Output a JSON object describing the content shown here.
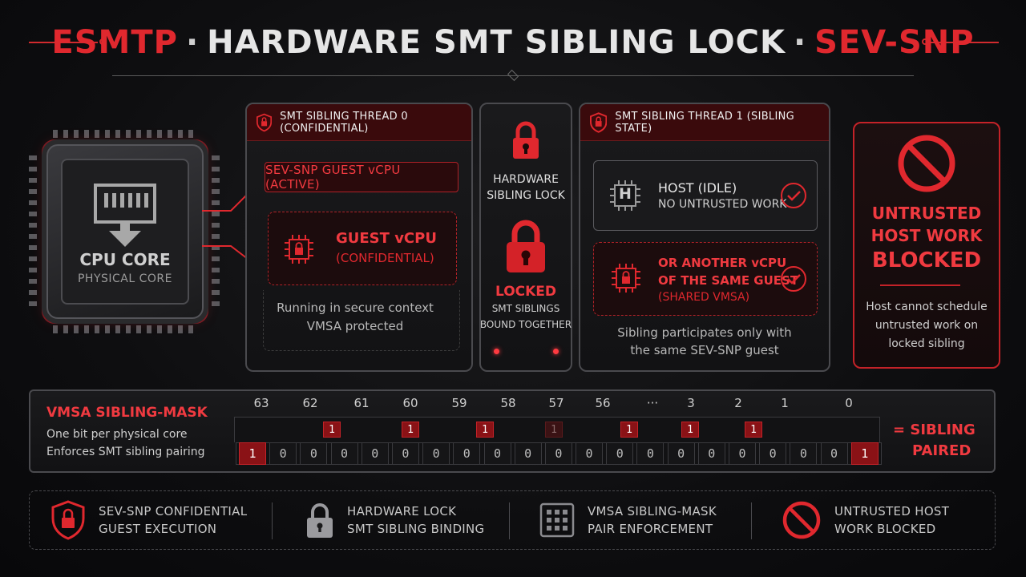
{
  "title": {
    "part1": "ESMTP",
    "sep1": "·",
    "part2": "HARDWARE SMT SIBLING LOCK",
    "sep2": "·",
    "part3": "SEV-SNP"
  },
  "cpu": {
    "label": "CPU CORE",
    "sublabel": "PHYSICAL CORE"
  },
  "thread0": {
    "header": "SMT SIBLING THREAD 0 (CONFIDENTIAL)",
    "active_label": "SEV-SNP GUEST vCPU (ACTIVE)",
    "guest_line1": "GUEST vCPU",
    "guest_line2": "(CONFIDENTIAL)",
    "desc_line1": "Running in secure context",
    "desc_line2": "VMSA protected"
  },
  "lock": {
    "top_line1": "HARDWARE",
    "top_line2": "SIBLING LOCK",
    "status": "LOCKED",
    "sub_line1": "SMT SIBLINGS",
    "sub_line2": "BOUND TOGETHER"
  },
  "thread1": {
    "header": "SMT SIBLING THREAD 1 (SIBLING STATE)",
    "host_chip": "H",
    "host_line1": "HOST (IDLE)",
    "host_line2": "NO UNTRUSTED WORK",
    "vcpu_line1": "OR ANOTHER vCPU",
    "vcpu_line2": "OF THE SAME GUEST",
    "vcpu_line3": "(SHARED VMSA)",
    "desc_line1": "Sibling participates only with",
    "desc_line2": "the same SEV-SNP guest"
  },
  "blocked": {
    "line1": "UNTRUSTED",
    "line2": "HOST WORK",
    "line3": "BLOCKED",
    "desc_line1": "Host cannot schedule",
    "desc_line2": "untrusted work on",
    "desc_line3": "locked sibling"
  },
  "mask": {
    "title": "VMSA SIBLING-MASK",
    "desc_line1": "One bit per physical core",
    "desc_line2": "Enforces SMT sibling pairing",
    "indices": [
      "63",
      "62",
      "61",
      "60",
      "59",
      "58",
      "57",
      "56",
      "···",
      "3",
      "2",
      "1",
      "0"
    ],
    "bits": [
      "1",
      "0",
      "0",
      "0",
      "0",
      "0",
      "0",
      "0",
      "0",
      "0",
      "0",
      "0",
      "0",
      "0",
      "0",
      "0",
      "0",
      "0",
      "0",
      "0",
      "1"
    ],
    "flag_text": "1",
    "legend_line1": "= SIBLING",
    "legend_line2": "PAIRED"
  },
  "footer": [
    {
      "line1": "SEV-SNP CONFIDENTIAL",
      "line2": "GUEST EXECUTION"
    },
    {
      "line1": "HARDWARE LOCK",
      "line2": "SMT SIBLING BINDING"
    },
    {
      "line1": "VMSA SIBLING-MASK",
      "line2": "PAIR ENFORCEMENT"
    },
    {
      "line1": "UNTRUSTED HOST",
      "line2": "WORK BLOCKED"
    }
  ],
  "colors": {
    "accent": "#e0282e",
    "panel_border": "#4a4a4e",
    "background": "#0e0e10"
  }
}
